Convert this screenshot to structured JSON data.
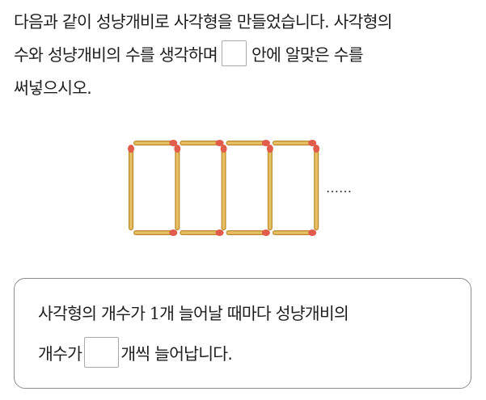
{
  "question": {
    "line1": "다음과 같이 성냥개비로 사각형을 만들었습니다. 사각형의",
    "line2_before": "수와 성냥개비의 수를 생각하며",
    "line2_after": "안에 알맞은 수를",
    "line3": "써넣으시오."
  },
  "figure": {
    "squares": 4,
    "continuation": "……",
    "colors": {
      "stick": "#e8bf63",
      "stick_edge": "#b88a2a",
      "head": "#e15c4b"
    }
  },
  "answer_box": {
    "line1_before": "사각형의 개수가 ",
    "line1_num": "1",
    "line1_after": "개 늘어날 때마다 성냥개비의",
    "line2_before": "개수가",
    "line2_after": "개씩 늘어납니다."
  }
}
